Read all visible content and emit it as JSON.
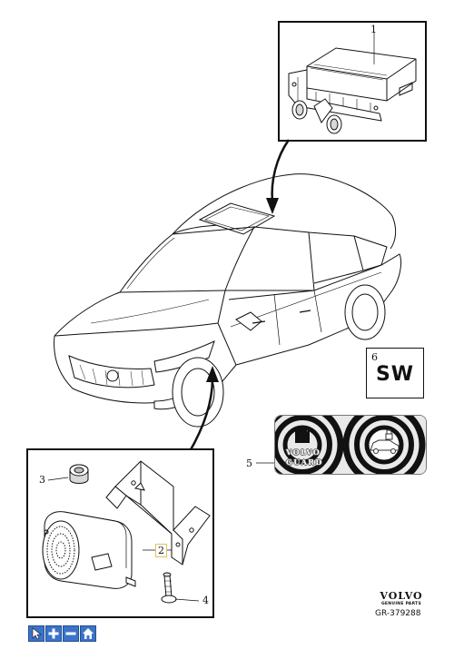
{
  "callouts": {
    "c1": "1",
    "c2": "2",
    "c3": "3",
    "c4": "4",
    "c5": "5",
    "c6": "6"
  },
  "sw_label": {
    "number": "6",
    "text": "SW"
  },
  "guard_label": {
    "line1": "VOLVO",
    "line2": "GUARD"
  },
  "brand": {
    "name": "VOLVO",
    "sub": "GENUINE PARTS",
    "reference": "GR-379288"
  },
  "toolbar": {
    "buttons": [
      {
        "icon": "cursor-icon"
      },
      {
        "icon": "zoom-in-icon"
      },
      {
        "icon": "zoom-out-icon"
      },
      {
        "icon": "home-icon"
      }
    ],
    "color": "#3c73c9"
  }
}
